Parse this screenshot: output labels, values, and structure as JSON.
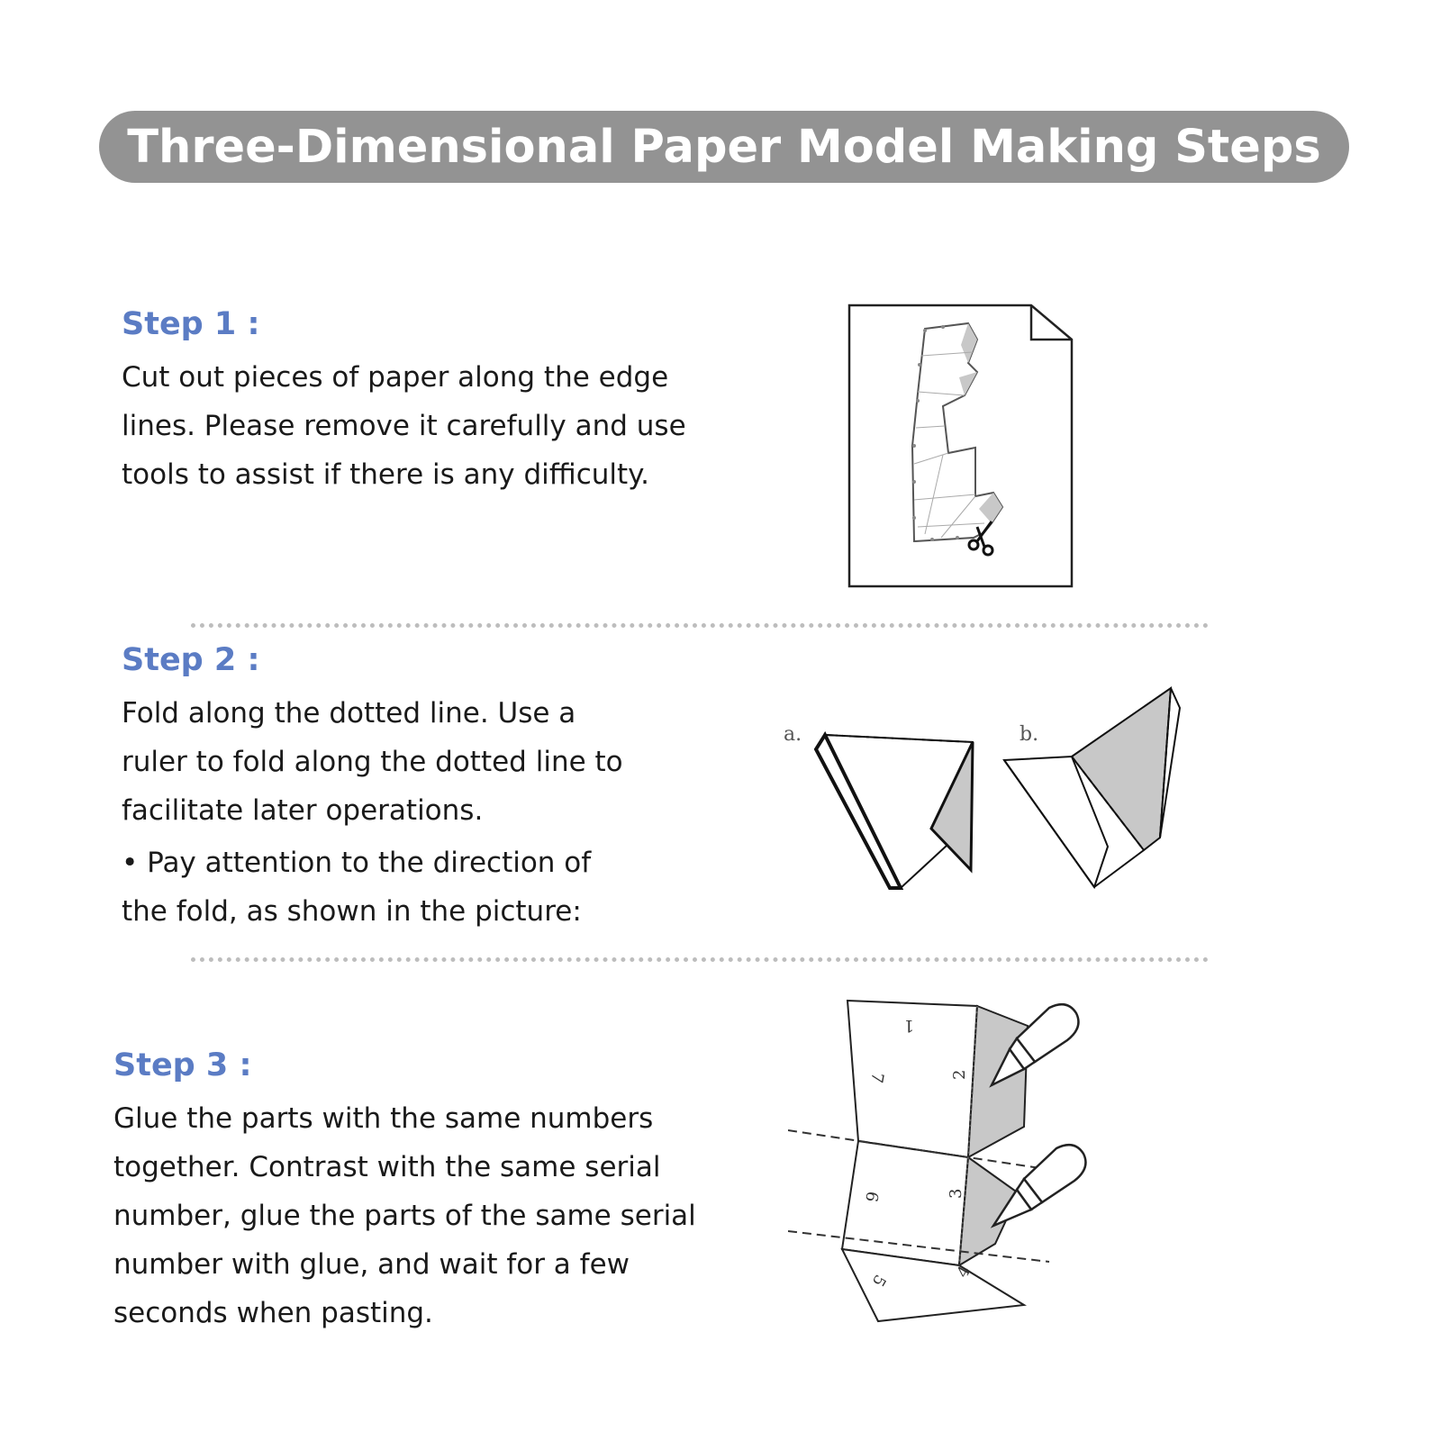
{
  "header": {
    "title": "Three-Dimensional Paper Model Making Steps"
  },
  "steps": [
    {
      "heading": "Step 1 :",
      "text": "Cut out pieces of paper along the edge lines. Please remove it carefully and use tools to assist if there is any difficulty."
    },
    {
      "heading": "Step 2 :",
      "text": "Fold along the dotted line. Use a ruler to fold along the dotted line to facilitate later operations.",
      "note": "• Pay attention to the direction of the fold, as shown in the picture:",
      "figure_labels": [
        "a.",
        "b."
      ]
    },
    {
      "heading": "Step 3 :",
      "text": "Glue the parts with the same numbers together. Contrast with the same serial number, glue the parts of the same serial number with glue, and wait for a few seconds when pasting.",
      "part_numbers": [
        "1",
        "2",
        "3",
        "4",
        "5",
        "6",
        "7"
      ]
    }
  ],
  "colors": {
    "banner": "#939393",
    "heading": "#5b7cc4",
    "text": "#1a1a1a",
    "divider": "#bdbdbd",
    "shade": "#c8c8c8"
  },
  "icons": [
    "scissors-icon",
    "glue-bottle-icon"
  ]
}
